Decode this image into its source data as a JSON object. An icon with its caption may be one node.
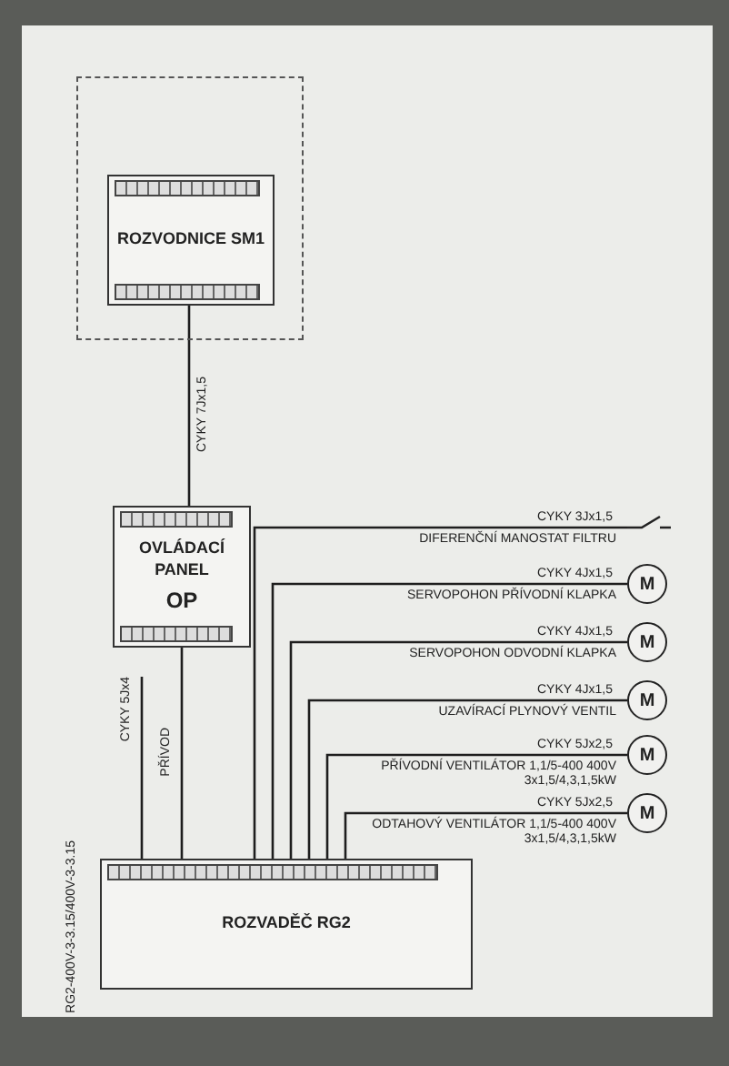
{
  "diagram": {
    "nodes": [
      {
        "text": [],
        "shape": "box"
      },
      {
        "text": [
          "ROZVODNICE SM1"
        ],
        "in": 0
      },
      {
        "text": [
          "OVLÁDACÍ PANEL",
          "OP"
        ]
      },
      {
        "text": [
          "ROZVADĚČ RG2"
        ]
      },
      {
        "text": [],
        "shape": "switch",
        "beside": [
          "DIFERENČNÍ MANOSTAT FILTRU"
        ]
      },
      {
        "text": [
          "M"
        ],
        "beside": [
          "SERVOPOHON PŘÍVODNÍ KLAPKA"
        ]
      },
      {
        "text": [
          "M"
        ],
        "beside": [
          "SERVOPOHON ODVODNÍ KLAPKA"
        ]
      },
      {
        "text": [
          "M"
        ],
        "beside": [
          "UZAVÍRACÍ PLYNOVÝ VENTIL"
        ]
      },
      {
        "text": [
          "M"
        ],
        "beside": [
          "PŘÍVODNÍ VENTILÁTOR 1,1/5-400 400V 3x1,5/4,3,1,5kW"
        ]
      },
      {
        "text": [
          "M"
        ],
        "beside": [
          "ODTAHOVÝ VENTILÁTOR 1,1/5-400 400V 3x1,5/4,3,1,5kW"
        ]
      }
    ],
    "edges": [
      {
        "from": 1,
        "to": 2,
        "arrow": "none",
        "label": "CYKY 7Jx1,5"
      },
      {
        "from": 2,
        "to": 3,
        "arrow": "none"
      },
      {
        "from": 4,
        "to": 3,
        "arrow": "none",
        "label": "CYKY 3Jx1,5"
      },
      {
        "from": 5,
        "to": 3,
        "arrow": "none",
        "label": "CYKY 4Jx1,5"
      },
      {
        "from": 6,
        "to": 3,
        "arrow": "none",
        "label": "CYKY 4Jx1,5"
      },
      {
        "from": 7,
        "to": 3,
        "arrow": "none",
        "label": "CYKY 4Jx1,5"
      },
      {
        "from": 8,
        "to": 3,
        "arrow": "none",
        "label": "CYKY 5Jx2,5"
      },
      {
        "from": 9,
        "to": 3,
        "arrow": "none",
        "label": "CYKY 5Jx2,5"
      },
      {
        "from": null,
        "to": 3,
        "arrow": "none",
        "label": "CYKY 5Jx4"
      }
    ],
    "labels": [
      "PŘÍVOD",
      "RG2-400V-3-3.15/400V-3-3.15"
    ]
  }
}
